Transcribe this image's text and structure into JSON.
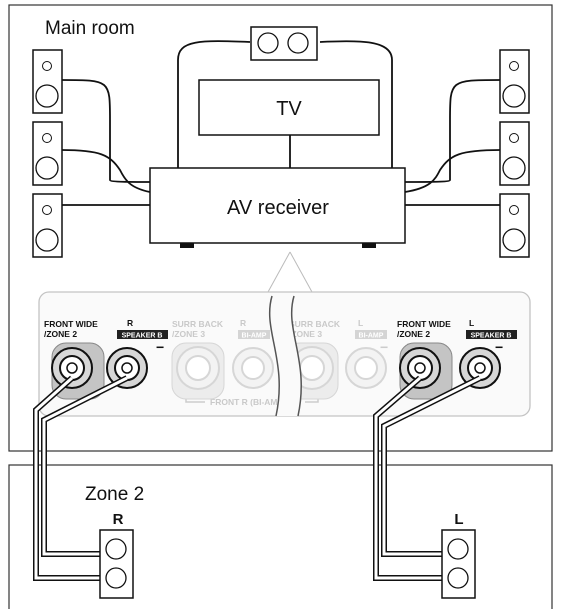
{
  "rooms": {
    "main_room_label": "Main room",
    "zone2_label": "Zone 2"
  },
  "devices": {
    "tv_label": "TV",
    "receiver_label": "AV receiver"
  },
  "zone2_speakers": {
    "right_label": "R",
    "left_label": "L"
  },
  "terminals": {
    "front_wide_zone2_line1": "FRONT WIDE",
    "front_wide_zone2_line2": "/ZONE 2",
    "r_label": "R",
    "speaker_b_label": "SPEAKER B",
    "surr_back_line1": "SURR BACK",
    "surr_back_line2": "/ZONE 3",
    "bi_amp_label": "BI-AMP",
    "l_label": "L",
    "front_r_label": "FRONT R (BI-AMP)",
    "plus_sign": "+",
    "minus_sign": "−"
  }
}
